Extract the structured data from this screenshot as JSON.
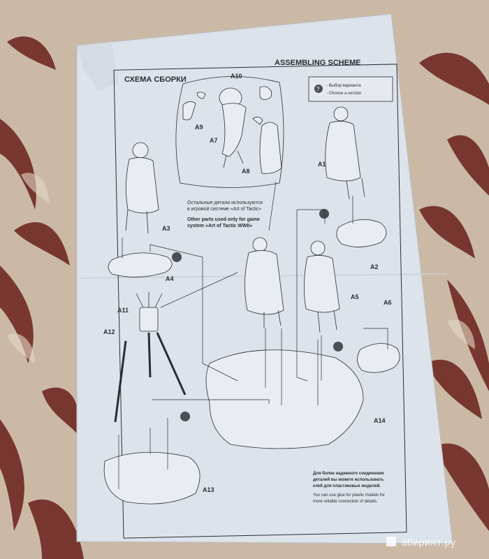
{
  "header": {
    "ru_title": "СХЕМА СБОРКИ",
    "en_title": "ASSEMBLING SCHEME"
  },
  "legend": {
    "symbol": "?",
    "ru": "- Выбор варианта",
    "en": "- Choose a version"
  },
  "parts": {
    "a1": "A1",
    "a2": "A2",
    "a3": "A3",
    "a4": "A4",
    "a5": "A5",
    "a6": "A6",
    "a7": "A7",
    "a8": "A8",
    "a9": "A9",
    "a10": "A10",
    "a11": "A11",
    "a12": "A12",
    "a13": "A13",
    "a14": "A14"
  },
  "game_note": {
    "ru_line1": "Остальные детали используются",
    "ru_line2": "в игровой системе «Art of Tactic»",
    "en_line1": "Other parts used only for game",
    "en_line2": "system «Art of Tactic WWII»"
  },
  "glue_note": {
    "ru_line1": "Для более надежного соединения",
    "ru_line2": "деталей вы можете использовать",
    "ru_line3": "клей для пластиковых моделей.",
    "en_line1": "You can use glue for plastic models for",
    "en_line2": "more reliable connection of details."
  },
  "watermark": {
    "text": "абиринт.ру"
  },
  "colors": {
    "paper": "#dfe4ea",
    "ink": "#2a2d33",
    "fabric": "#c9b9a6",
    "pattern": "#6f2a22"
  }
}
